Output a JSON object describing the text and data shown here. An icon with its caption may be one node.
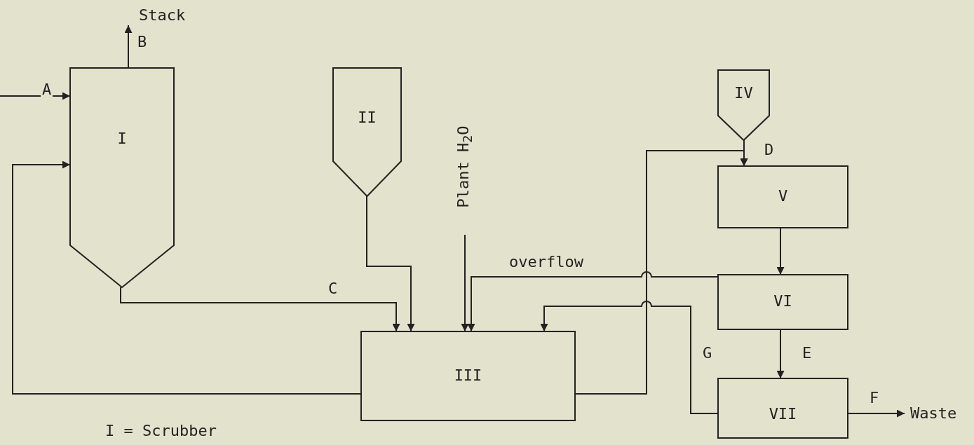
{
  "diagram": {
    "nodes": [
      {
        "text": [
          "I"
        ]
      },
      {
        "text": [
          "II"
        ]
      },
      {
        "text": [
          "III"
        ]
      },
      {
        "text": [
          "IV"
        ]
      },
      {
        "text": [
          "V"
        ]
      },
      {
        "text": [
          "VI"
        ]
      },
      {
        "text": [
          "VII"
        ]
      },
      {
        "text": [
          "Stack"
        ]
      },
      {
        "text": [
          "Plant H$_{2}$O"
        ]
      },
      {
        "text": [
          "Waste"
        ]
      }
    ],
    "edges": [
      {
        "from": null,
        "to": 0,
        "arrow": "to",
        "label": "A"
      },
      {
        "from": 0,
        "to": 7,
        "arrow": "to",
        "label": "B"
      },
      {
        "from": 0,
        "to": 2,
        "arrow": "to",
        "label": "C"
      },
      {
        "from": 1,
        "to": 2,
        "arrow": "to"
      },
      {
        "from": 8,
        "to": 2,
        "arrow": "to"
      },
      {
        "from": 5,
        "to": 2,
        "arrow": "to",
        "label": "overflow"
      },
      {
        "from": 6,
        "to": 2,
        "arrow": "to",
        "label": "G"
      },
      {
        "from": 2,
        "to": 0,
        "arrow": "to"
      },
      {
        "from": 2,
        "to": 4,
        "arrow": "to"
      },
      {
        "from": 3,
        "to": 4,
        "arrow": "to",
        "label": "D"
      },
      {
        "from": 4,
        "to": 5,
        "arrow": "to"
      },
      {
        "from": 5,
        "to": 6,
        "arrow": "to",
        "label": "E"
      },
      {
        "from": 6,
        "to": 9,
        "arrow": "to",
        "label": "F"
      }
    ],
    "labels": [
      "I = Scrubber"
    ]
  }
}
